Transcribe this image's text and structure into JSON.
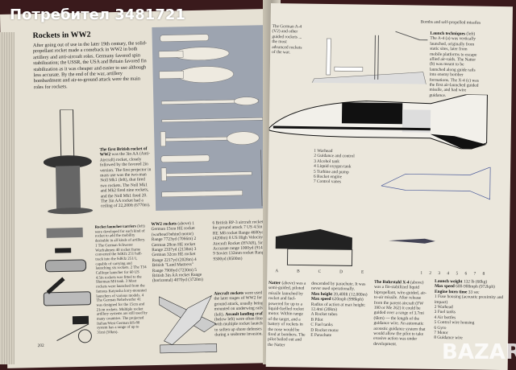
{
  "watermark": "Потребител 3481721",
  "logo": "BAZAR",
  "left_page": {
    "title": "Rockets in WW2",
    "intro": "After going out of use in the later 19th century, the solid-propellant rocket made a comeback in WW2 in both artillery and anti-aircraft roles. Germany favored spin stabilization; the USSR, the USA and Britain favored fin stabilization as it was cheaper and easier to use although less accurate. By the end of the war, artillery bombardment and air-to-ground attack were the main roles for rockets.",
    "first_british": {
      "heading": "The first British rocket of WW2",
      "body": "was the 3in AA (Anti-Aircraft) rocket, closely followed by the favored 2in version. The first projector in mass use was the two-man Noll Mk1 (left), that fired two rockets. The Noll Mk1 and Mk2 fired nine rockets, and the Noll Mk1 fired 20. The 3in AA rocket had a ceiling of 22,200ft (6770m)."
    },
    "launchers": {
      "heading": "Rocket launcher/carriers",
      "body": "(left) were developed for each kind of rocket to add the mobility desirable in all kinds of artillery. 1 The German Schwerer Wurfrahmen 40 rocket frame converted the SdKfz 251 half-track into the SdKfz 251/1, capable of carrying and launching six rockets. 2 The T34 Calliope launcher for 60 US 4.5in rockets was fitted to the Sherman M4 tank. 3 Most rockets were launched from the famous Katyusha lorry-mounted launchers of various models. 4 The German Nebelwerfer 41 was designed for the 15cm and 21cm rockets. Multiple rocket artillery systems are still used by many countries. The projected Italian/West German RS-80 system has a range of up to 31mi (50km)."
    },
    "ww2_rockets": {
      "heading": "WW2 rockets",
      "note": "(above)",
      "body": "1 German 15cm HE rocket (warhead behind motor) Range 7723yd (7066m) 2 German 28cm HE rocket Range 2337yd (2138m) 3 German 32cm HE rocket Range 2217yd (2028m) 4 British \"Land Mattress\" Range 7900yd (7230m) 5 British 3in AA rocket Range (horizontal) 4070yd (3720m)"
    },
    "ww2_rockets_2": "6 British RP-3 aircraft rocket for ground attack 7 US 4.5in HE M8 rocket Range 4600yd (4200m) 8 US High Velocity Aircraft Rocket (HVAR), 5in Accurate range 1000yd (914m) 9 Soviet 132mm rocket Range 9300yd (8500m)",
    "aircraft": {
      "heading": "Aircraft rockets",
      "body": "were used in the later stages of WW2 for ground attack, usually being mounted on underwing rails (left)."
    },
    "landing": {
      "heading": "Assault landing craft",
      "body": "(below left) were often fitted with multiple rocket launchers to soften up shore defenses during a seaborne invasion."
    },
    "rocket_numbers": [
      "1",
      "2",
      "3",
      "4",
      "5",
      "6",
      "7",
      "8",
      "9"
    ],
    "page_number": "202"
  },
  "right_page": {
    "running_head": "Bombs and self-propelled missiles",
    "v2_text": "The German A-4 (V2) and other guided rockets ... the most advanced rockets of the war.",
    "launch": {
      "heading": "Launch techniques",
      "note": "(left)",
      "body": "The A-4 (a) was vertically launched, originally from static sites, later from mobile platforms to escape allied air-raids. The Natter (b) was meant to be launched along guide rails into enemy bomber formations. The X-4 (c) was the first air-launched guided missile, and had wire guidance."
    },
    "v2_parts": [
      "1 Warhead",
      "2 Guidance and control",
      "3 Alcohol tank",
      "4 Liquid oxygen tank",
      "5 Turbine and pump",
      "6 Rocket engine",
      "7 Control vanes"
    ],
    "natter_labels": [
      "A",
      "B",
      "C",
      "D",
      "E"
    ],
    "x4_labels": [
      "1",
      "2",
      "3",
      "4",
      "5",
      "6",
      "7",
      "8"
    ],
    "natter": {
      "heading": "Natter",
      "body": "(above) was a semi-guided, piloted missile launched by rocket and fuel-powered for up to a liquid-fuelled rocket motor. Within range of the target, and a battery of rockets in the nose would be fired at bombers. The pilot bailed out and the Natter"
    },
    "natter_2": "descended by parachute. It was never used operationally.",
    "natter_specs": [
      {
        "label": "Max height",
        "value": "39,400ft (12,000m)"
      },
      {
        "label": "Max speed",
        "value": "620mph (998kph)"
      }
    ],
    "natter_radius": "Radius of action at max height: 12.4mi (20km)",
    "natter_parts": [
      "A Rocket tubes",
      "B Pilot",
      "C Fuel tanks",
      "D Rocket motor",
      "E Parachute"
    ],
    "x4": {
      "heading": "The Ruhrstahl X-4",
      "body": "(above) was a fin-stabilized liquid bipropellant, wire-guided, air-to-air missile. After release from the parent aircraft (FW 190 or Me 262) it could be guided over a range of 3.7mi (6km) — the length of the guidance wire. An automatic acoustic guidance system that would allow the pilot to take evasive action was under development."
    },
    "x4_specs": [
      {
        "label": "Launch weight",
        "value": "132 lb (60kg)"
      },
      {
        "label": "Max speed",
        "value": "600-900mph (972kph)"
      },
      {
        "label": "Engine burn time",
        "value": "33 sec"
      }
    ],
    "x4_parts": [
      "1 Fuse housing (acoustic proximity and impact)",
      "2 Warhead",
      "3 Fuel tanks",
      "4 Air bottles",
      "5 Control wire housing",
      "6 Gyro",
      "7 Motor",
      "8 Guidance wire"
    ]
  }
}
